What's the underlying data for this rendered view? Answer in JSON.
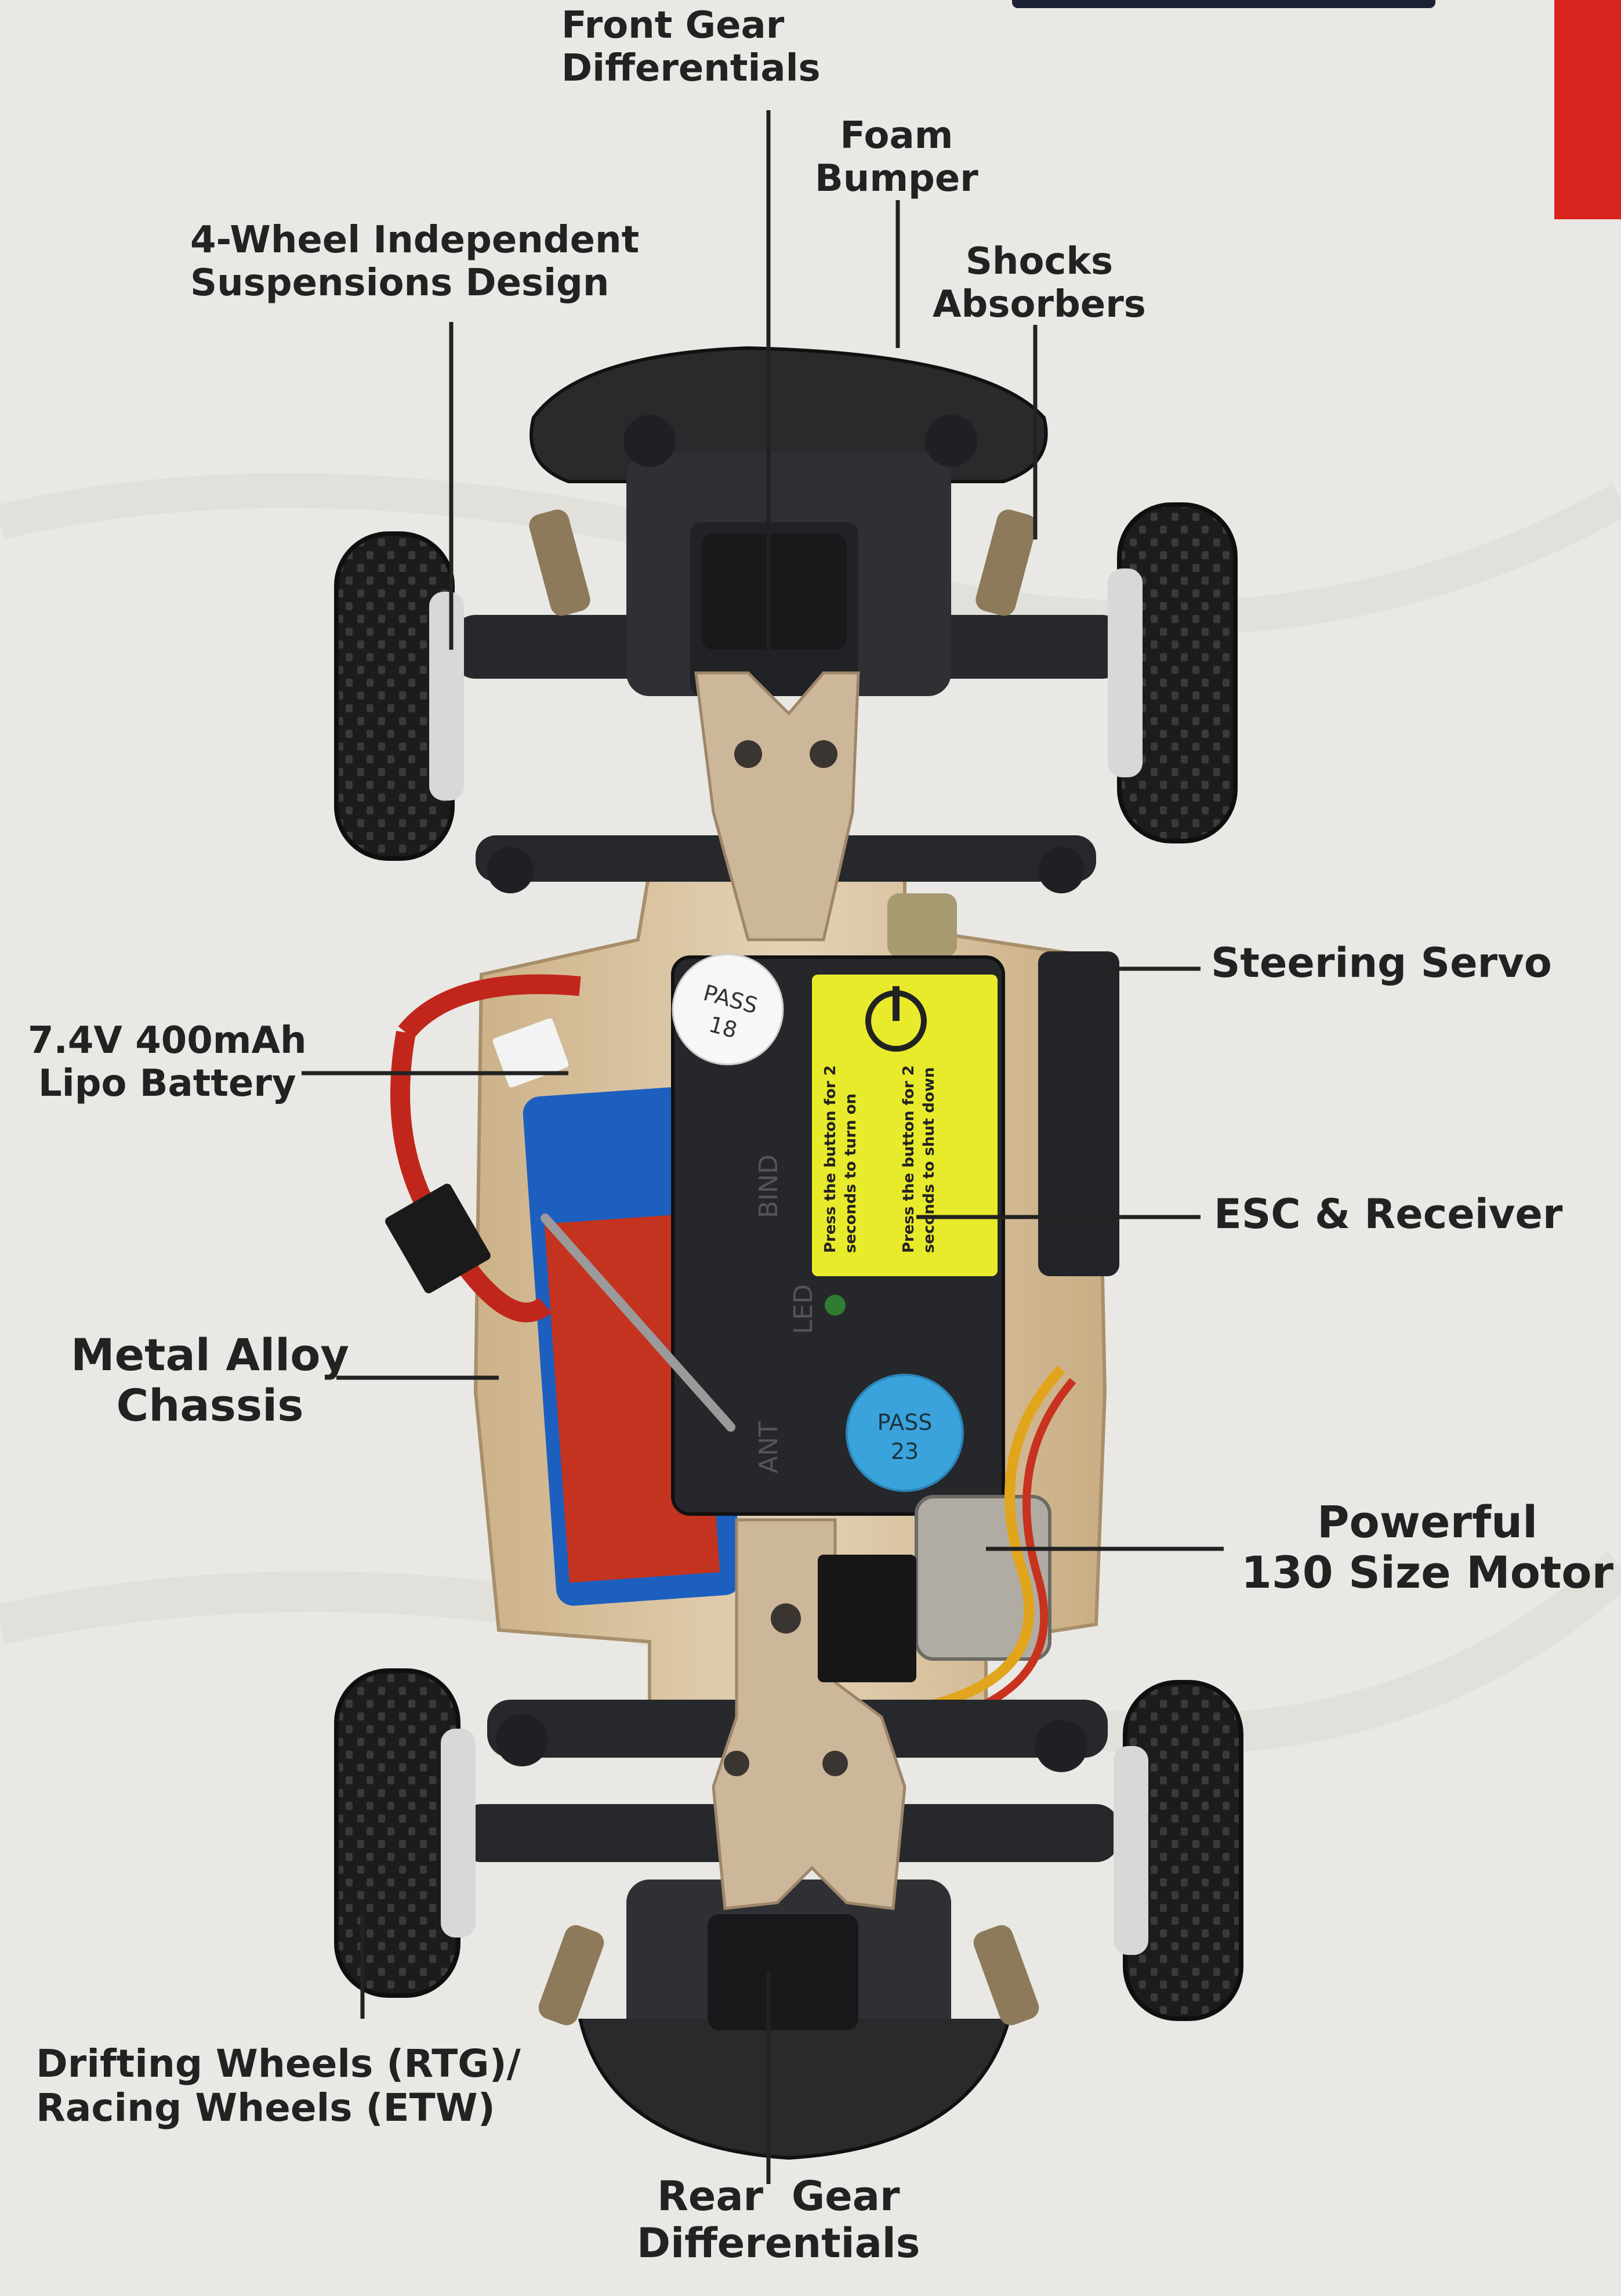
{
  "diagram": {
    "labels": {
      "front_gear": [
        "Front Gear",
        "Differentials"
      ],
      "foam_bumper": [
        "Foam",
        "Bumper"
      ],
      "shocks": [
        "Shocks",
        "Absorbers"
      ],
      "suspension": [
        "4-Wheel Independent",
        "Suspensions Design"
      ],
      "steering_servo": [
        "Steering Servo"
      ],
      "battery": [
        "7.4V 400mAh",
        "Lipo Battery"
      ],
      "esc": [
        "ESC & Receiver"
      ],
      "chassis": [
        "Metal Alloy",
        "Chassis"
      ],
      "motor": [
        "Powerful",
        "130 Size Motor"
      ],
      "wheels": [
        "Drifting Wheels (RTG)/",
        "Racing Wheels (ETW)"
      ],
      "rear_gear": [
        "Rear  Gear",
        "Differentials"
      ]
    },
    "stickers": {
      "pass_white_top": "PASS",
      "pass_white_num": "18",
      "pass_blue_top": "PASS",
      "pass_blue_num": "23",
      "yellow_line1": "Press the button for 2",
      "yellow_line2": "seconds to turn on",
      "yellow_line3": "Press the button for 2",
      "yellow_line4": "seconds to shut down",
      "led": "LED",
      "bind": "BIND",
      "ant": "ANT"
    },
    "colors": {
      "background": "#e9e8e4",
      "text": "#222222",
      "accent_red": "#d8241d",
      "sticker_yellow": "#e8ea2c",
      "sticker_blue": "#3aa3dc",
      "chassis_wood": "#d9c3a0",
      "plate_metal": "#cdb79a",
      "tire": "#1c1c1c",
      "plastic": "#26282b"
    }
  }
}
